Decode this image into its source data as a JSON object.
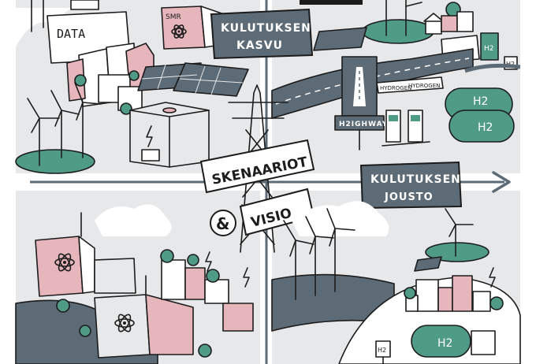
{
  "colors": {
    "panel_bg": "#e6e8ea",
    "slate": "#5d6b76",
    "green": "#4f9b86",
    "pink": "#e7b6bd",
    "ink": "#1c1c1c",
    "white": "#ffffff"
  },
  "labels": {
    "kulutuksen_kasvu_line1": "KULUTUKSEN",
    "kulutuksen_kasvu_line2": "KASVU",
    "kulutuksen_jousto_line1": "KULUTUKSEN",
    "kulutuksen_jousto_line2": "JOUSTO",
    "skenaariot": "SKENAARIOT",
    "ampersand": "&",
    "visio": "VISIO",
    "data_building": "DATA",
    "smr_box": "SMR",
    "highway_sign": "H2IGHWAY",
    "hydrogen_sign_left": "HYDROGEN",
    "hydrogen_sign_right": "HYDROGEN",
    "tank_h2_top": "H2",
    "tank_h2_bottom": "H2",
    "h2_small_sign_top": "H2",
    "tank_h2_factory": "H2",
    "h2_bottom_tank": "H2",
    "h2_small_sign_bottom": "H2"
  },
  "icons": [
    "nuclear-atom-icon",
    "lightning-bolt-icon",
    "arrow-right-icon"
  ]
}
